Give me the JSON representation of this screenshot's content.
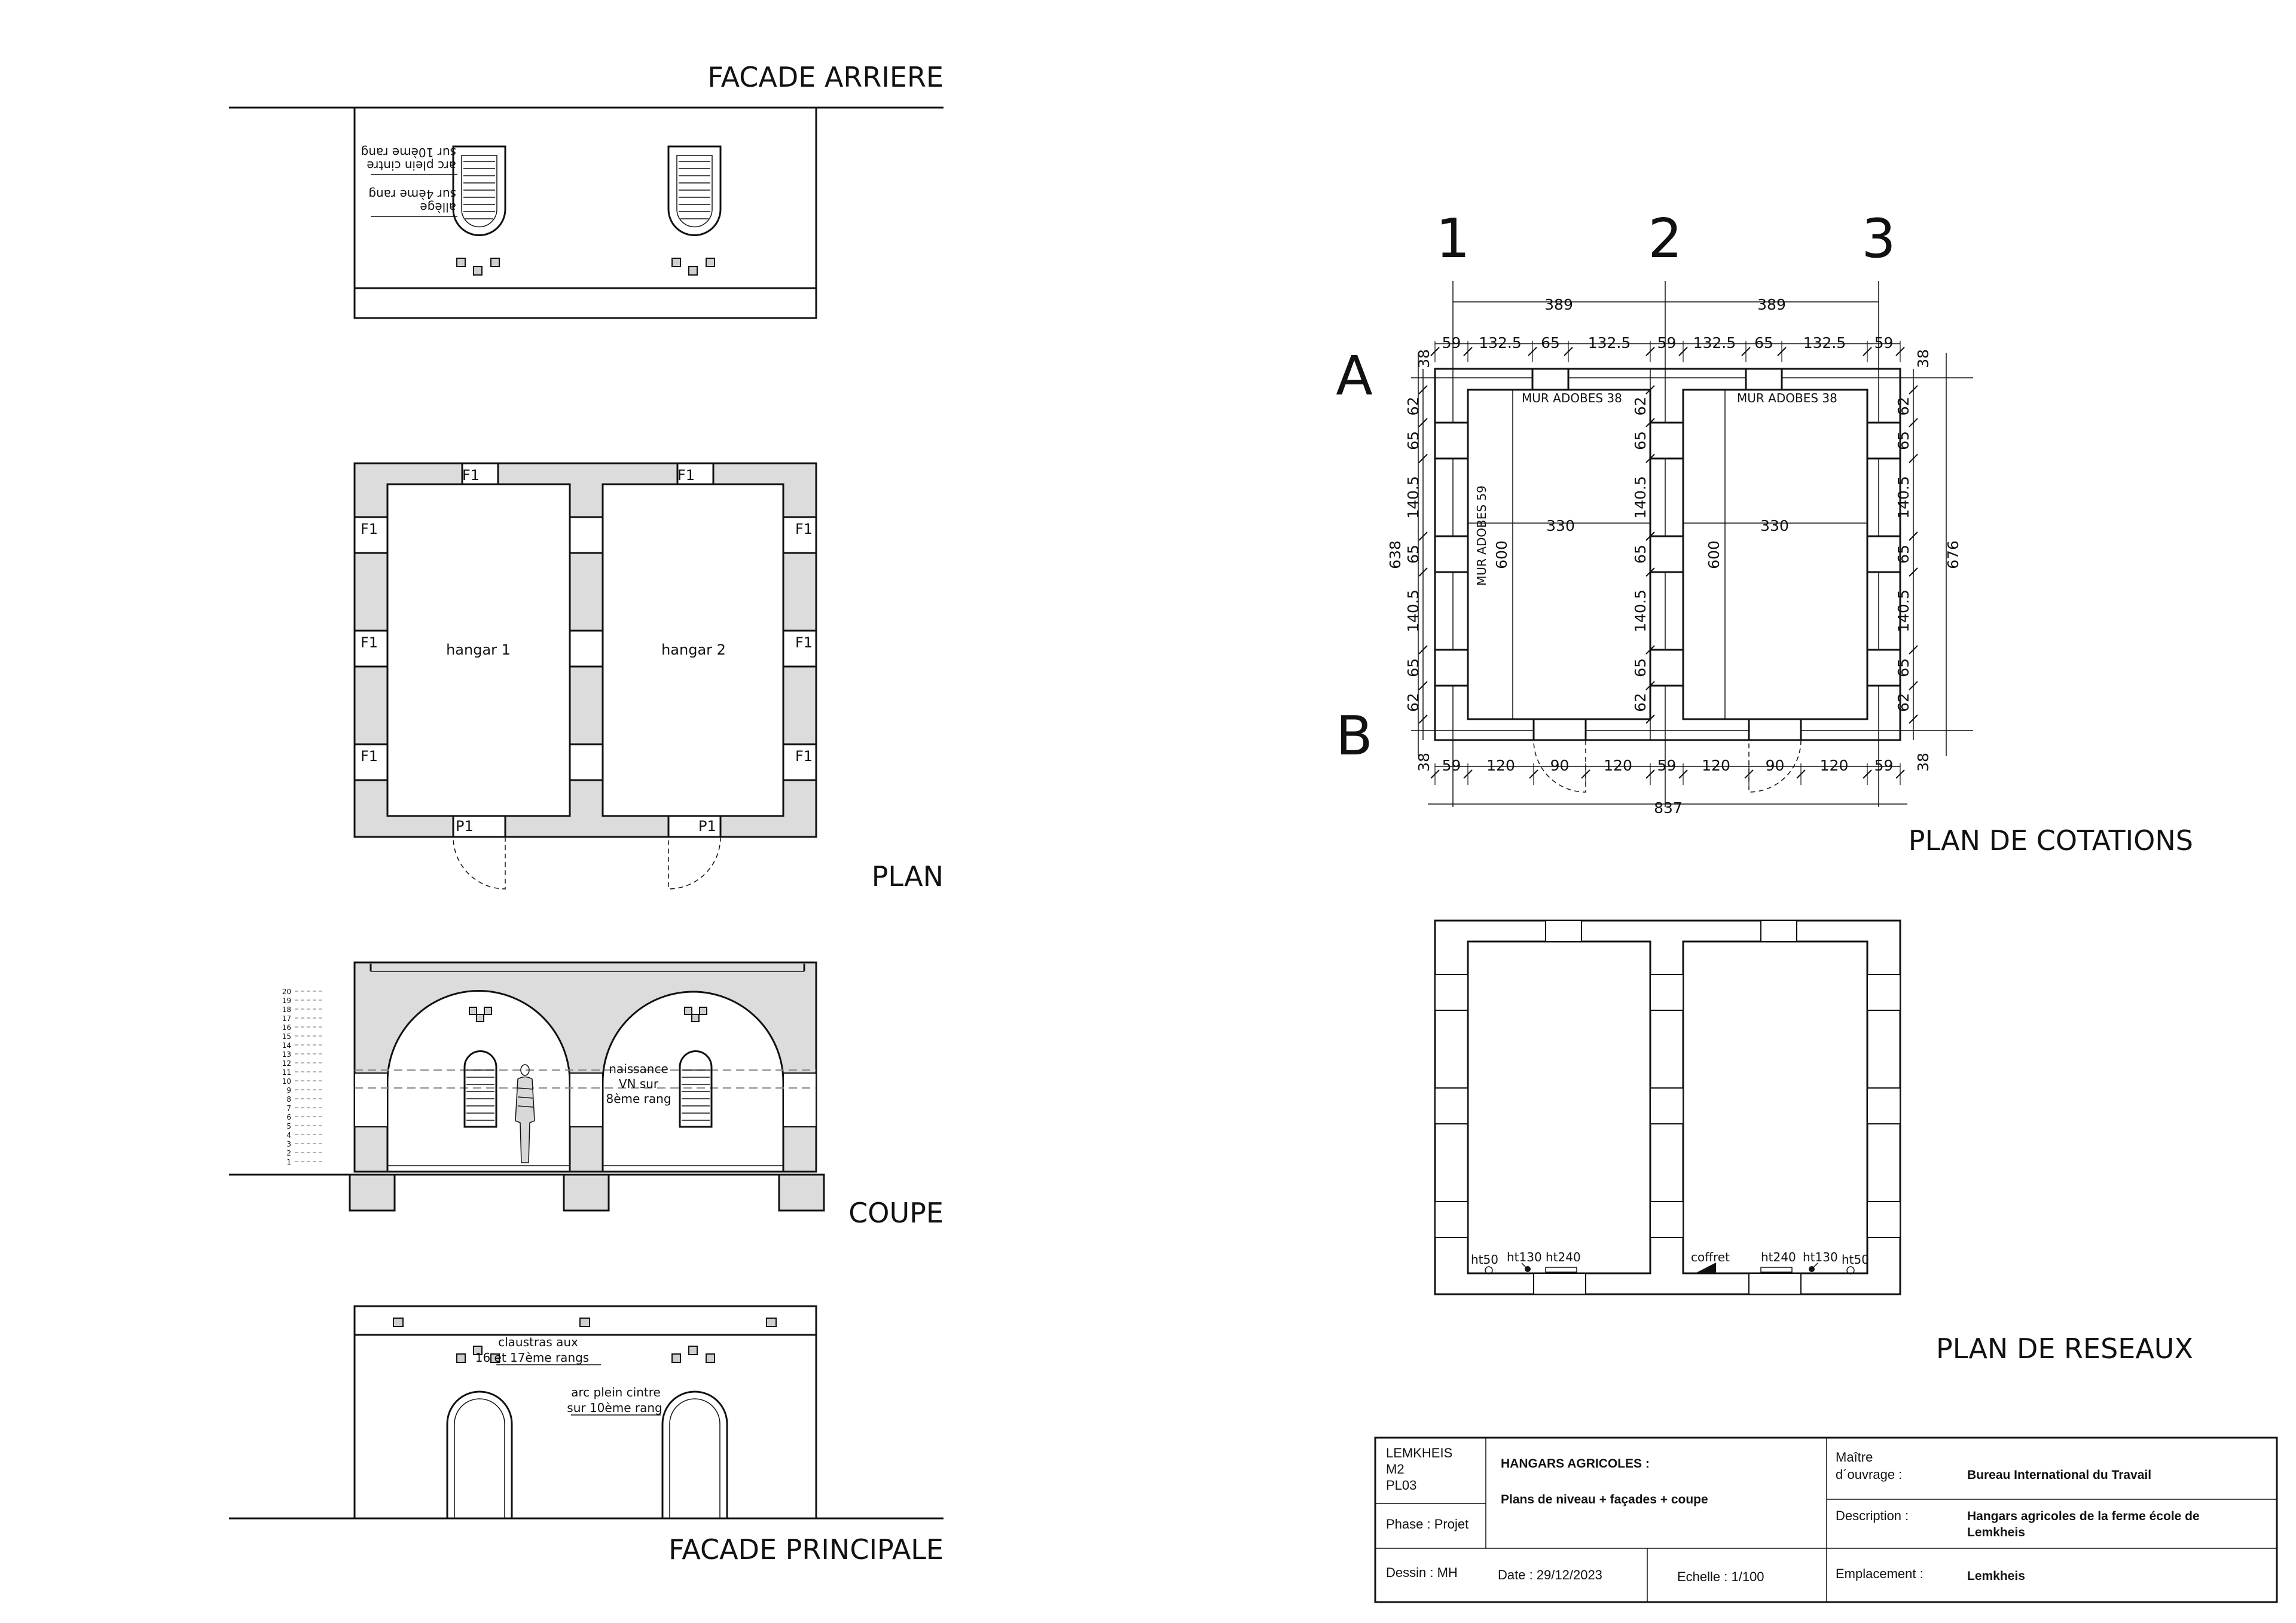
{
  "titles": {
    "rear": "FACADE ARRIERE",
    "plan": "PLAN",
    "section": "COUPE",
    "front": "FACADE PRINCIPALE",
    "dimensions": "PLAN DE COTATIONS",
    "networks": "PLAN DE RESEAUX"
  },
  "plan": {
    "rooms": [
      "hangar 1",
      "hangar 2"
    ],
    "window_tag": "F1",
    "door_tag": "P1"
  },
  "rear_facade": {
    "note_line1": "arc plein cintre",
    "note_line2": "sur 10ème rang",
    "note_line3": "allège",
    "note_line4": "sur 4ème rang"
  },
  "section": {
    "note_line1": "naissance",
    "note_line2": "VN sur",
    "note_line3": "8ème rang",
    "course_numbers": [
      "20",
      "19",
      "18",
      "17",
      "16",
      "15",
      "14",
      "13",
      "12",
      "11",
      "10",
      "9",
      "8",
      "7",
      "6",
      "5",
      "4",
      "3",
      "2",
      "1"
    ]
  },
  "front_facade": {
    "claustra_line1": "claustras aux",
    "claustra_line2": "16 et 17ème rangs",
    "arch_line1": "arc plein cintre",
    "arch_line2": "sur 10ème rang"
  },
  "dimensions_plan": {
    "grid_columns": [
      "1",
      "2",
      "3"
    ],
    "grid_rows": [
      "A",
      "B"
    ],
    "bay": "389",
    "top_segments": [
      "59",
      "132.5",
      "65",
      "132.5",
      "59",
      "132.5",
      "65",
      "132.5",
      "59"
    ],
    "bottom_segments": [
      "59",
      "120",
      "90",
      "120",
      "59",
      "120",
      "90",
      "120",
      "59"
    ],
    "overall_width": "837",
    "left_total": "638",
    "right_total": "676",
    "end_wall": "38",
    "vertical_segments": [
      "62",
      "65",
      "140.5",
      "65",
      "140.5",
      "65",
      "62"
    ],
    "inner_width": "330",
    "inner_depth": "600",
    "wall_note_38": "MUR ADOBES 38",
    "wall_note_59": "MUR ADOBES 59"
  },
  "networks_plan": {
    "labels": [
      "ht50",
      "ht130",
      "ht240",
      "coffret",
      "ht240",
      "ht130",
      "ht50"
    ]
  },
  "title_block": {
    "project_code": "LEMKHEIS",
    "module": "M2",
    "sheet": "PL03",
    "phase": "Phase : Projet",
    "project_title": "HANGARS AGRICOLES :",
    "project_subtitle": "Plans de niveau + façades + coupe",
    "owner_label": "Maître",
    "owner_label2": "d´ouvrage :",
    "owner": "Bureau International du Travail",
    "description_label": "Description :",
    "description_line1": "Hangars agricoles de la ferme école de",
    "description_line2": "Lemkheis",
    "drawn_by": "Dessin : MH",
    "date": "Date : 29/12/2023",
    "scale": "Echelle : 1/100",
    "location_label": "Emplacement :",
    "location": "Lemkheis"
  }
}
